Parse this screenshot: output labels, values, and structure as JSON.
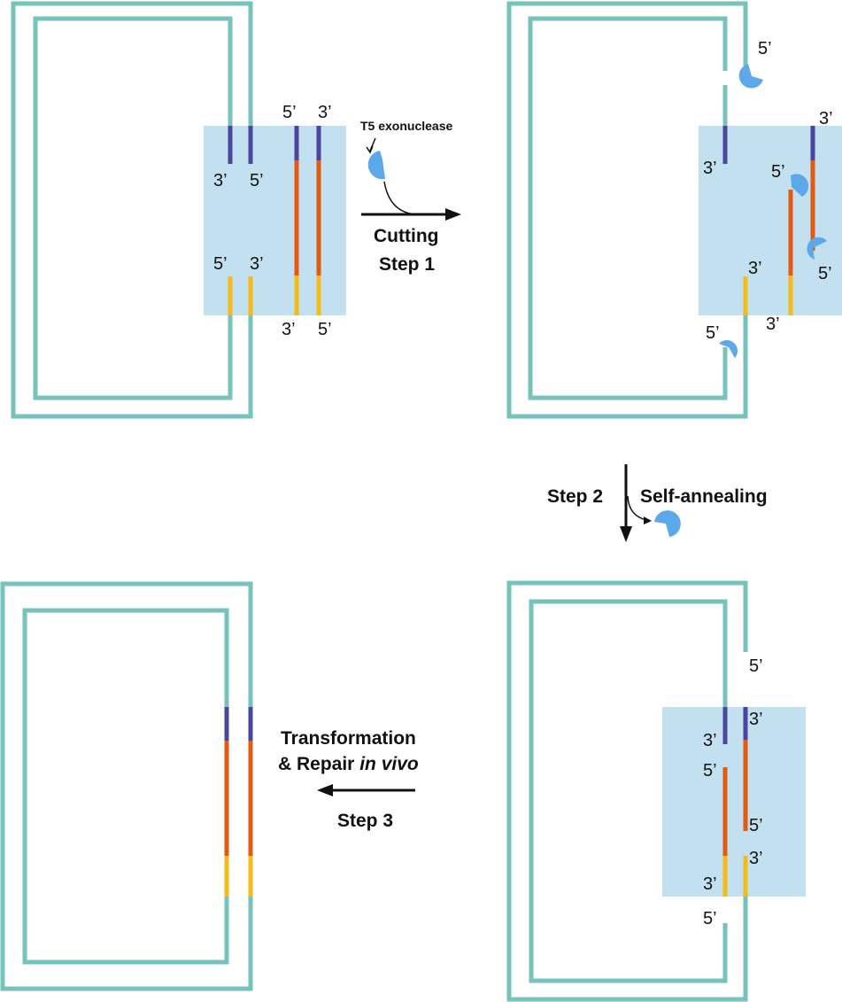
{
  "colors": {
    "backbone": "#76c3bb",
    "insert_box": "#c3e0f0",
    "purple": "#4a46a0",
    "orange": "#e35b12",
    "yellow": "#f4bb1b",
    "enzyme": "#5ba8eb",
    "arrow": "#111111"
  },
  "enzyme": {
    "name": "T5 exonuclease",
    "icon": "pacman-enzyme-icon"
  },
  "steps": {
    "step1": {
      "line1": "Cutting",
      "line2": "Step 1"
    },
    "step2": {
      "label": "Step 2",
      "action": "Self-annealing"
    },
    "step3": {
      "line1": "Transformation",
      "line2_prefix": "& Repair ",
      "line2_italic": "in vivo",
      "line3": "Step 3"
    }
  },
  "ends": {
    "five_prime": "5’",
    "three_prime": "3’"
  }
}
